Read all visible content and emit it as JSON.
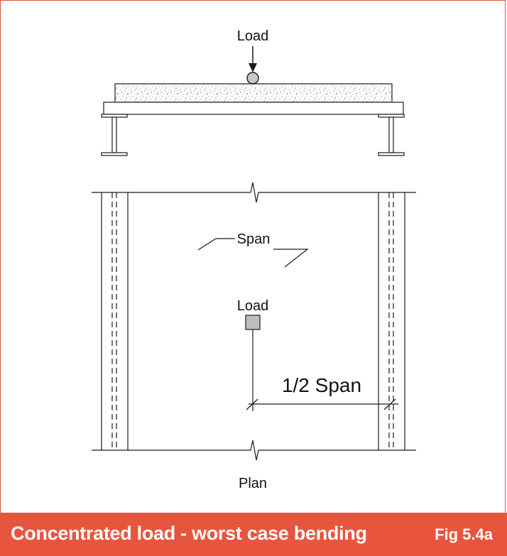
{
  "figure": {
    "section_load_label": "Load",
    "span_label": "Span",
    "plan_load_label": "Load",
    "half_span_label": "1/2 Span",
    "plan_label": "Plan"
  },
  "footer": {
    "title": "Concentrated load - worst case bending",
    "figure_number": "Fig 5.4a"
  },
  "colors": {
    "accent": "#e8553e",
    "line": "#1a1a1a",
    "load_fill": "#bdbdbd"
  }
}
